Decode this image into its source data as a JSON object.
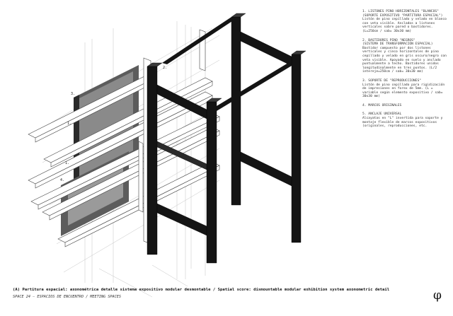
{
  "notes": [
    {
      "title": "1. LISTONES PINO HORIZONTALES \"BLANCOS\"",
      "body": "(SOPORTE EXPOSITIVO \"PARTITURA ESPACIAL\")\nListón de pino cepillado y velado en blanco con veta visible. Anclados a listones verticales sobre pared o bastidores. (L=250cm / sab= 30x30 mm)"
    },
    {
      "title": "2. BASTIDORES PINO \"NEGROS\"",
      "body": "(SISTEMA DE TRANSFORMACIÓN ESPACIAL)\nBastidor compuesto por dos listones verticales y cinco horizontales de pino cepillado y velado en gris oscuro/negro con veta visible. Apoyado en suelo y anclado puntualmente a techo. Bastidores unidos longitudinalmente en tres puntos. (L/2 intereje=250cm / sab= 30x30 mm)"
    },
    {
      "title": "3. SOPORTE DE \"REPRODUCCIONES\"",
      "body": "Listón de pino cepillado para rigidización de impresiones en forex de 5mm. (L = variable según elemento expositivo / sab= 30x30 mm)"
    },
    {
      "title": "4. MARCOS ORIGINALES",
      "body": ""
    },
    {
      "title": "5. ANCLAJE UNIVERSAL",
      "body": "Alcayatas en \"L\" invertida para soporte y montaje flexible de marcos expositivos (originales, reproducciones, etc."
    }
  ],
  "callouts": {
    "one_a": "1.",
    "one_b": "1.",
    "two": "2.",
    "three": "3.",
    "four": "4."
  },
  "caption": "(A) Partitura espacial: axonométrica detalle sistema expositivo modular desmontable / Spatial score: dismountable modular exhibition system axonometric detail",
  "subcaption": "SPACE 24  –  ESPACIOS DE ENCUENTRO / MEETING SPACES",
  "logo": "φ",
  "colors": {
    "frame": "#141414",
    "slat_fill": "#ffffff",
    "panel": "#8a8a8a",
    "panel_dark": "#5c5c5c",
    "line": "#444444",
    "guide": "#bdbdbd"
  }
}
